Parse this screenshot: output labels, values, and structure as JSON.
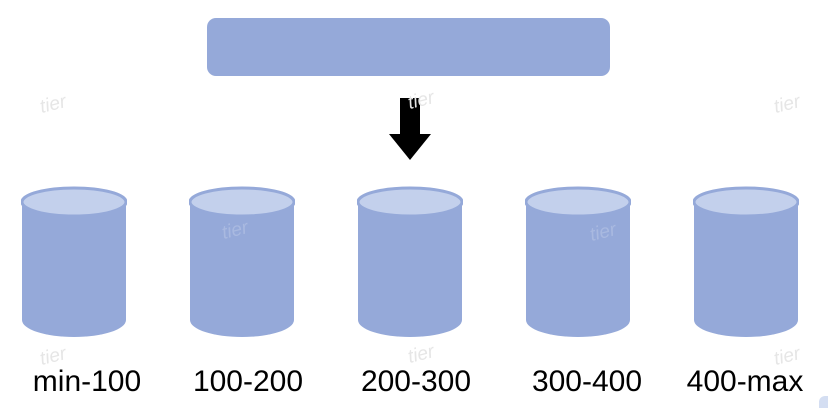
{
  "diagram": {
    "source_label": "",
    "partitions": [
      {
        "label": "min-100"
      },
      {
        "label": "100-200"
      },
      {
        "label": "200-300"
      },
      {
        "label": "300-400"
      },
      {
        "label": "400-max"
      }
    ]
  },
  "watermark": "tier",
  "colors": {
    "box_fill": "#95a9d9",
    "cylinder_top": "#c3d0ec",
    "arrow": "#000000",
    "label_text": "#000000"
  }
}
